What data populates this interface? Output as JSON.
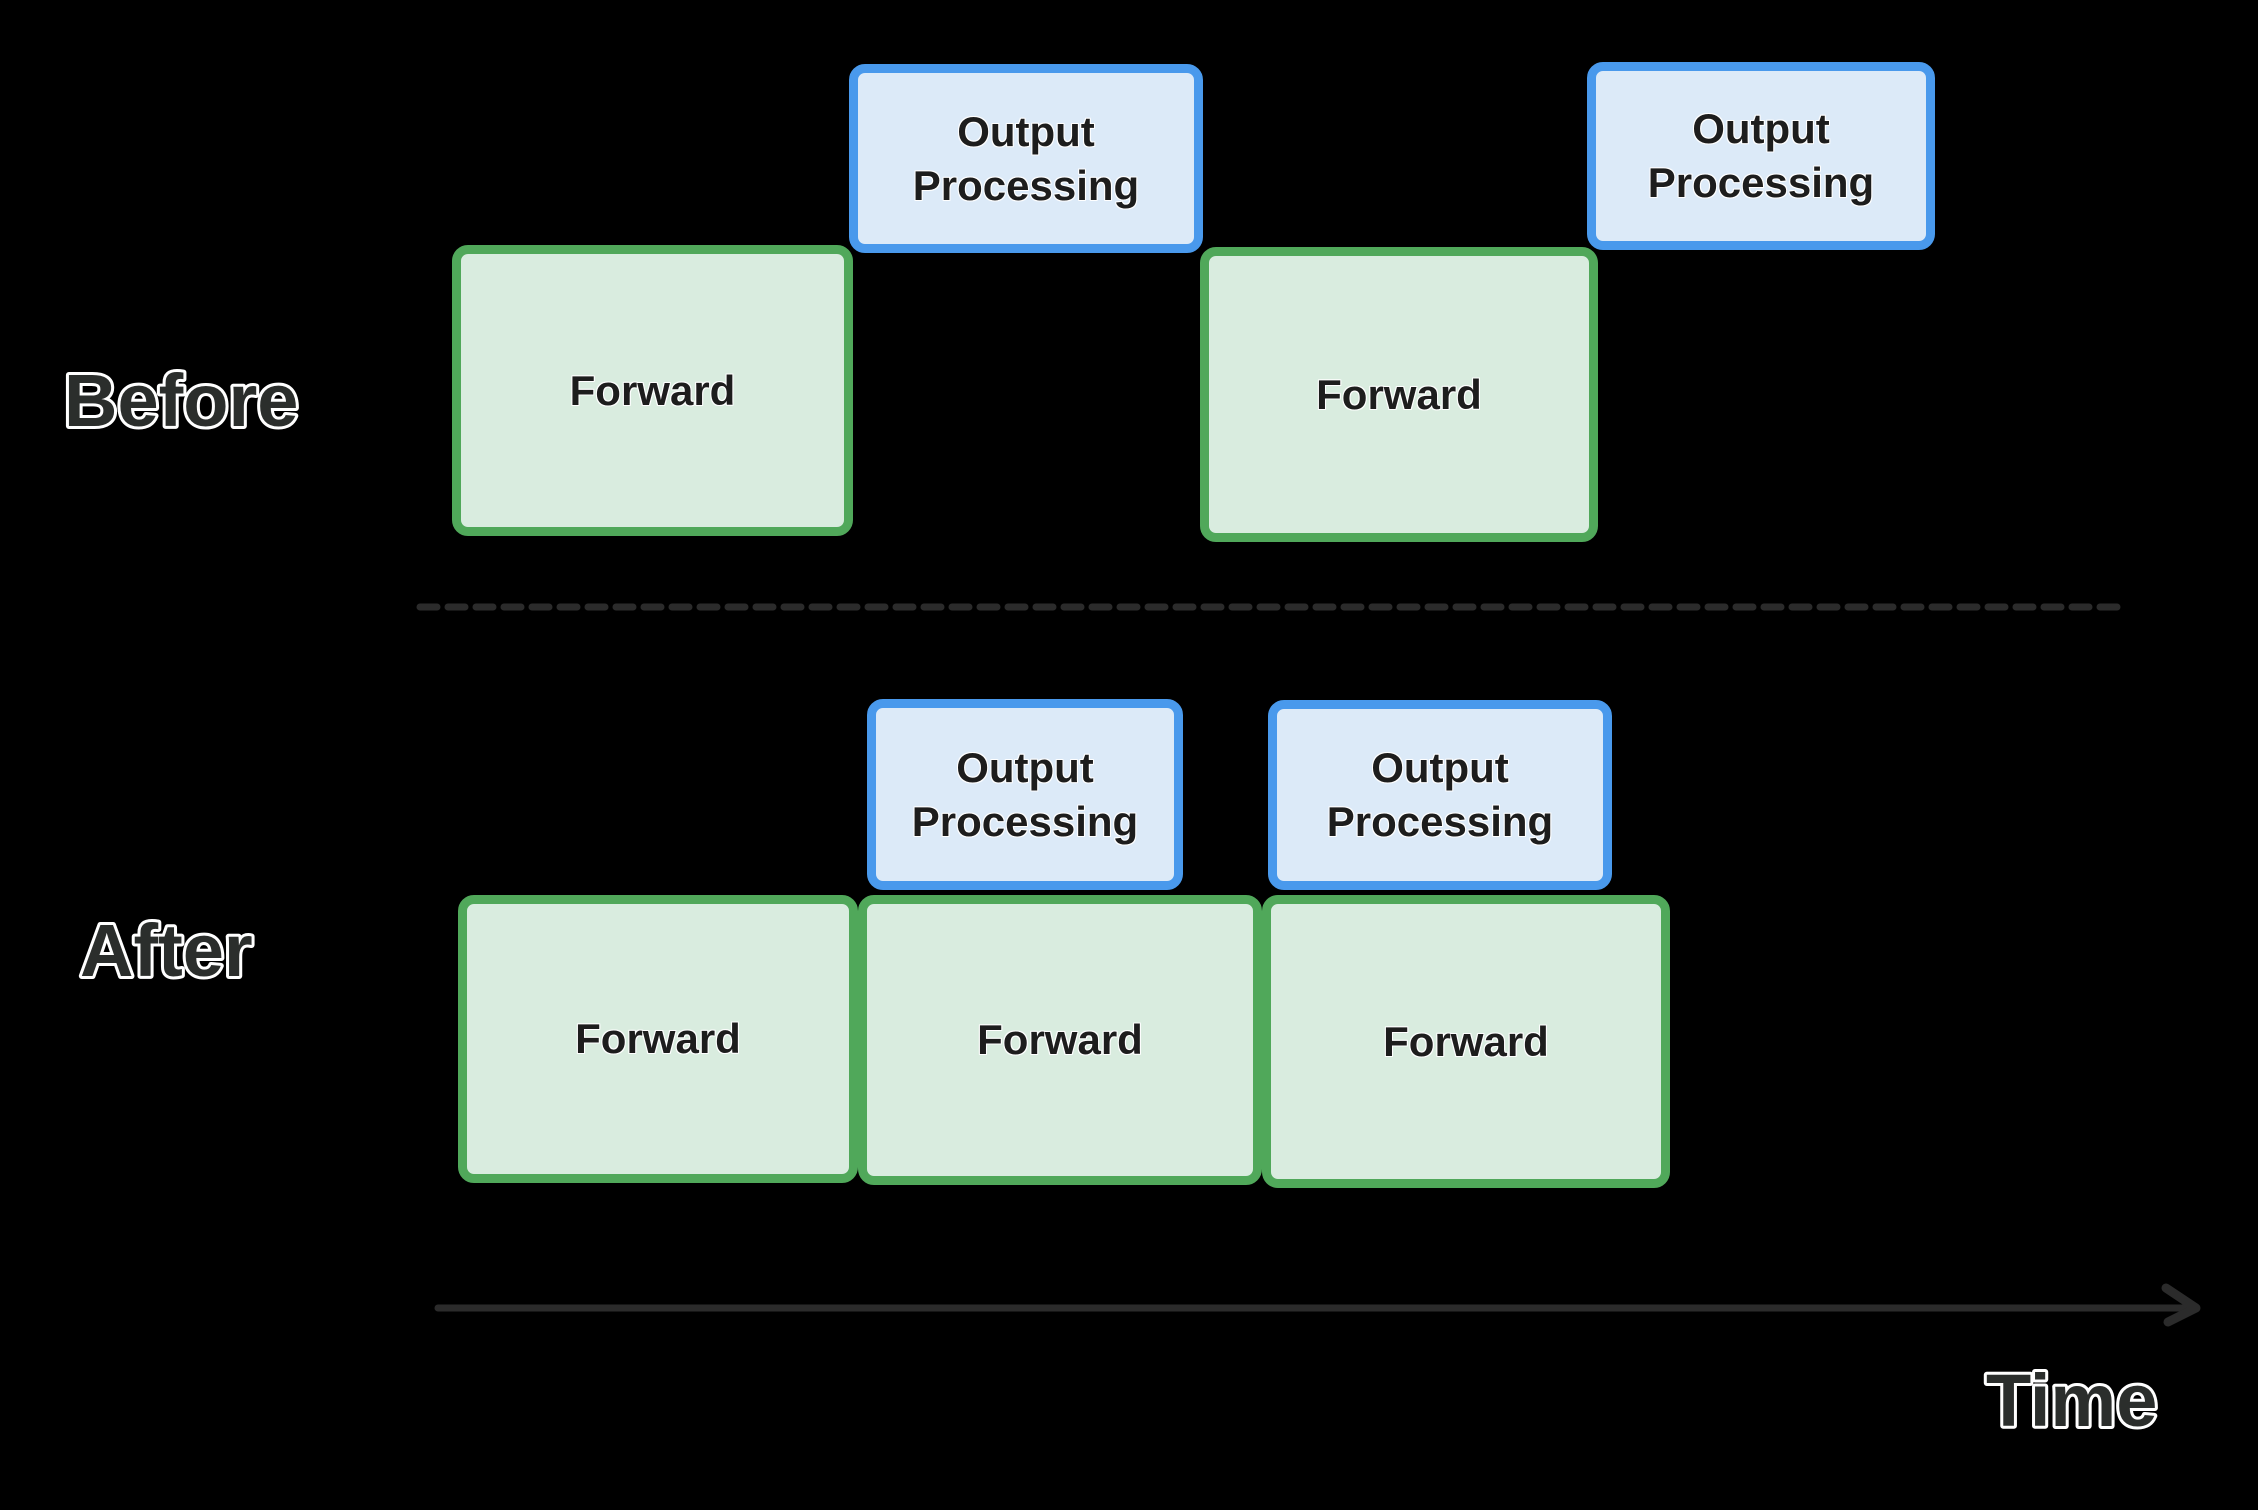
{
  "labels": {
    "before": "Before",
    "after": "After",
    "time": "Time"
  },
  "boxes": {
    "before_forward_1": {
      "label": "Forward"
    },
    "before_output_1": {
      "label": "Output Processing"
    },
    "before_forward_2": {
      "label": "Forward"
    },
    "before_output_2": {
      "label": "Output Processing"
    },
    "after_output_1": {
      "label": "Output Processing"
    },
    "after_output_2": {
      "label": "Output Processing"
    },
    "after_forward_1": {
      "label": "Forward"
    },
    "after_forward_2": {
      "label": "Forward"
    },
    "after_forward_3": {
      "label": "Forward"
    }
  },
  "colors": {
    "background": "#000000",
    "forward_fill": "#d9ecdf",
    "forward_border": "#50a85a",
    "output_fill": "#dceaf8",
    "output_border": "#4999ec",
    "box_text": "#1d1d1d",
    "label_text": "#2b2e2c",
    "label_outline": "#ffffff",
    "line_color": "#2b2b2b"
  }
}
